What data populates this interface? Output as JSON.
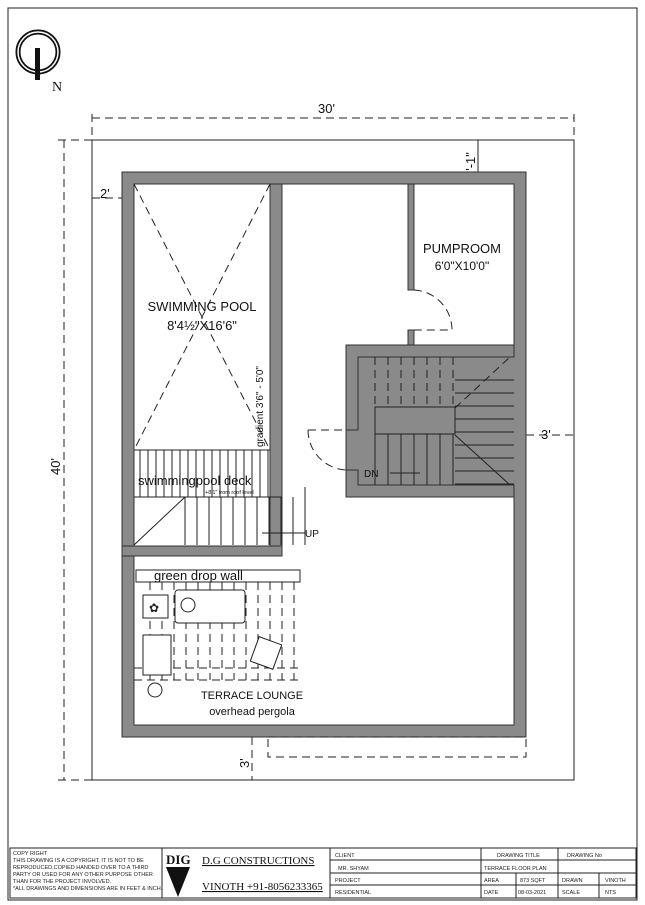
{
  "north_label": "N",
  "dimensions": {
    "width": "30'",
    "depth": "40'",
    "front_setback": "2'",
    "top_setback": "2'-1\"",
    "side_setback": "3'",
    "rear_setback": "3'"
  },
  "rooms": {
    "pool": {
      "name": "SWIMMING POOL",
      "size": "8'4½\"X16'6\"",
      "gradient": "gradient 3'6\" - 5'0\""
    },
    "deck": {
      "name": "swimmingpool deck",
      "level": "+8'1\" from roof level"
    },
    "pumproom": {
      "name": "PUMPROOM",
      "size": "6'0\"X10'0\""
    },
    "stairs": {
      "down": "DN",
      "up": "UP"
    },
    "lounge": {
      "wall": "green drop wall",
      "name": "TERRACE LOUNGE",
      "note": "overhead pergola"
    }
  },
  "title_block": {
    "copyright_title": "COPY RIGHT",
    "copyright_lines": [
      "THIS DRAWING IS A COPYRIGHT. IT IS NOT TO BE",
      "REPRODUCED,COPIED HANDED OVER TO A THIRD",
      "PARTY OR USED FOR ANY OTHER PURPOSE OTHER",
      "THAN FOR THE PROJECT INVOLVED.",
      "*ALL DRAWINGS AND DIMENSIONS ARE IN FEET & INCH."
    ],
    "logo_text": "DIG",
    "company": "D.G CONSTRUCTIONS",
    "contact": "VINOTH +91-8056233365",
    "client_label": "CLIENT",
    "client": "MR. SHYAM",
    "project_label": "PROJECT",
    "project": "RESIDENTIAL",
    "drawing_title_label": "DRAWING TITLE",
    "drawing_title": "TERRACE FLOOR PLAN",
    "drawing_no_label": "DRAWING No",
    "area_label": "AREA",
    "area": "873 SQFT",
    "date_label": "DATE",
    "date": "08-03-2021",
    "drawn_label": "DRAWN",
    "drawn": "VINOTH",
    "scale_label": "SCALE",
    "scale": "NTS"
  },
  "colors": {
    "wall": "#8a8a8a",
    "line": "#222222"
  }
}
